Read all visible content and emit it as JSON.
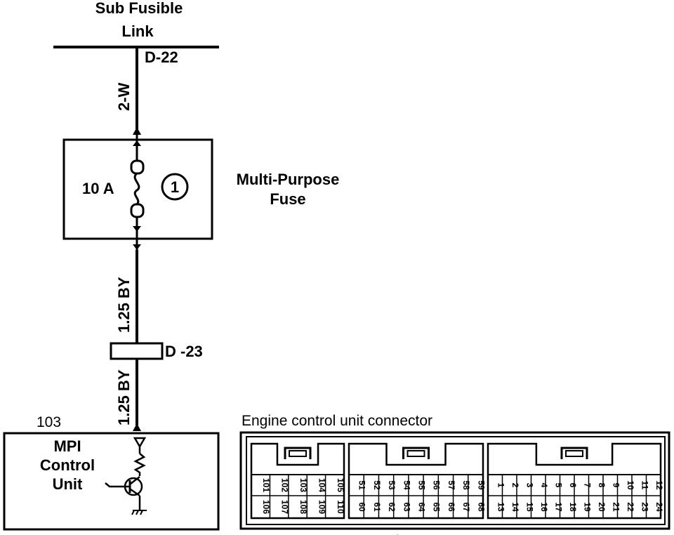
{
  "labels": {
    "sub_fusible_link_line1": "Sub Fusible",
    "sub_fusible_link_line2": "Link",
    "connector_d22": "D-22",
    "wire_2w": "2-W",
    "fuse_rating": "10 A",
    "fuse_number": "1",
    "multi_purpose_line1": "Multi-Purpose",
    "multi_purpose_line2": "Fuse",
    "wire_125by_upper": "1.25 BY",
    "connector_d23": "D -23",
    "wire_125by_lower": "1.25 BY",
    "terminal_103": "103",
    "mpi_line1": "MPI",
    "mpi_line2": "Control",
    "mpi_line3": "Unit",
    "ecu_connector_title": "Engine control unit connector"
  },
  "connector_pins": {
    "group1_top": [
      "101",
      "102",
      "103",
      "104",
      "105"
    ],
    "group1_bottom": [
      "106",
      "107",
      "108",
      "109",
      "110"
    ],
    "group2_top": [
      "51",
      "52",
      "53",
      "54",
      "55",
      "56",
      "57",
      "58",
      "59"
    ],
    "group2_bottom": [
      "60",
      "61",
      "62",
      "63",
      "64",
      "65",
      "66",
      "67",
      "68"
    ],
    "group3_top": [
      "1",
      "2",
      "3",
      "4",
      "5",
      "6",
      "7",
      "8",
      "9",
      "10",
      "11",
      "12"
    ],
    "group3_bottom": [
      "13",
      "14",
      "15",
      "16",
      "17",
      "18",
      "19",
      "20",
      "21",
      "22",
      "23",
      "24"
    ]
  },
  "colors": {
    "ink": "#000000",
    "paper": "#ffffff"
  }
}
